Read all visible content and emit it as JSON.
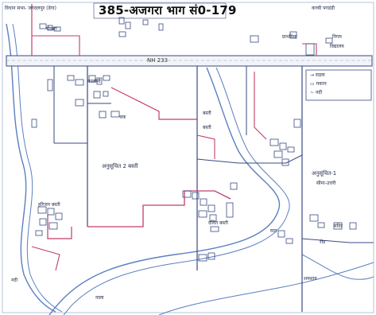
{
  "map": {
    "header_left": "विधान सभा- जगदलपुर (डेगा)",
    "title": "385-अजगरा भाग सं0-179",
    "header_right": "कच्ची पगडंडी",
    "highway_label": "NH 233",
    "legend": {
      "row1": "→ सड़क",
      "row2": "▭ मकान",
      "row3": "~ नदी"
    },
    "labels": {
      "top_pond": "पोखरा",
      "colony": "कालोनी",
      "top_mid": "प्राथमिक",
      "nigam": "निगम",
      "vidyalaya": "विद्यालय",
      "chak": "चक",
      "basti": "बस्ती",
      "anusuchit": "अनुसूचित 2 बस्ती",
      "bastic": "बस्ती",
      "harijan": "हरिजन बस्ती",
      "south_village": "दलित बस्ती",
      "ghat": "घाट",
      "nadi_west": "नदी",
      "nadi_south": "नाला",
      "anusuchit_1": "अनुसूचित-1",
      "seema": "सीमा-उत्तरी",
      "right_place": "मंदिर",
      "bottom_right": "शमशान",
      "right_road": "रोड"
    }
  }
}
